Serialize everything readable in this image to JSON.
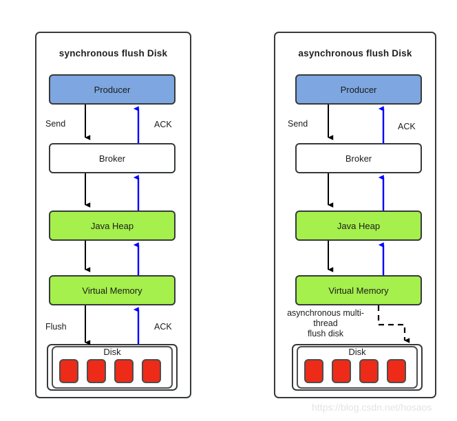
{
  "diagram": {
    "watermark": "https://blog.csdn.net/hosaos",
    "colors": {
      "producer_fill": "#7EA6E0",
      "memory_fill": "#A5F04C",
      "broker_fill": "#FFFFFF",
      "disk_cell_fill": "#EE2B18",
      "stroke": "#36393B",
      "ack_arrow": "#0000FF",
      "flow_arrow": "#000000"
    },
    "panels": [
      {
        "id": "synchronous",
        "title": "synchronous flush Disk",
        "nodes": [
          {
            "id": "producer",
            "label": "Producer",
            "style": "blue"
          },
          {
            "id": "broker",
            "label": "Broker",
            "style": "white"
          },
          {
            "id": "java-heap",
            "label": "Java Heap",
            "style": "green"
          },
          {
            "id": "virtual-memory",
            "label": "Virtual Memory",
            "style": "green"
          },
          {
            "id": "disk",
            "label": "Disk",
            "style": "disk",
            "cells": 4
          }
        ],
        "edge_labels": [
          {
            "id": "send",
            "text": "Send"
          },
          {
            "id": "ack-top",
            "text": "ACK"
          },
          {
            "id": "flush",
            "text": "Flush"
          },
          {
            "id": "ack-bottom",
            "text": "ACK"
          }
        ]
      },
      {
        "id": "asynchronous",
        "title": "asynchronous flush Disk",
        "nodes": [
          {
            "id": "producer",
            "label": "Producer",
            "style": "blue"
          },
          {
            "id": "broker",
            "label": "Broker",
            "style": "white"
          },
          {
            "id": "java-heap",
            "label": "Java Heap",
            "style": "green"
          },
          {
            "id": "virtual-memory",
            "label": "Virtual Memory",
            "style": "green"
          },
          {
            "id": "disk",
            "label": "Disk",
            "style": "disk",
            "cells": 4
          }
        ],
        "edge_labels": [
          {
            "id": "send",
            "text": "Send"
          },
          {
            "id": "ack-top",
            "text": "ACK"
          },
          {
            "id": "async-flush",
            "line1": "asynchronous multi-",
            "line2": "thread",
            "line3": "flush disk"
          }
        ]
      }
    ]
  }
}
